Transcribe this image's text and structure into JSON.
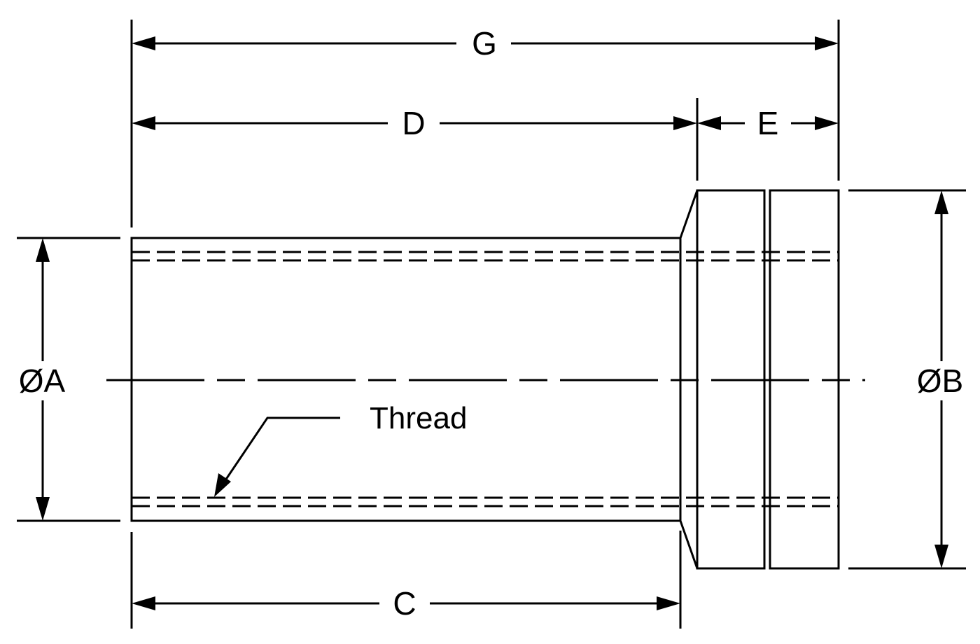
{
  "dimensions": {
    "overall_length": "G",
    "body_length": "D",
    "flange_length": "E",
    "thread_length": "C",
    "thread_diameter": "ØA",
    "flange_diameter": "ØB"
  },
  "callout": {
    "thread": "Thread"
  },
  "colors": {
    "line": "#000000",
    "background": "#ffffff"
  }
}
